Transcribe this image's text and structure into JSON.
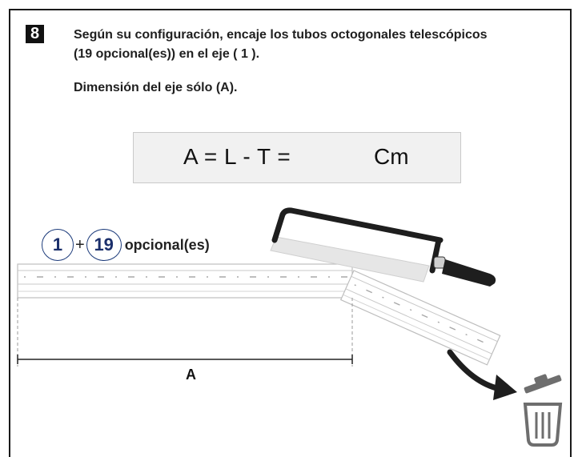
{
  "step": {
    "number": "8"
  },
  "instructions": {
    "line1": "Según su configuración, encaje los tubos octogonales telescópicos",
    "line2": "(19 opcional(es)) en el eje ( 1 ).",
    "line3": "Dimensión del eje sólo (A)."
  },
  "formula": {
    "expression": "A = L - T =",
    "unit": "Cm"
  },
  "parts": {
    "main": "1",
    "plus": "+",
    "optional": "19",
    "optional_label": "opcional(es)"
  },
  "dimension": {
    "label": "A"
  },
  "icons": [
    "hacksaw-icon",
    "arrow-icon",
    "trash-bin-icon"
  ]
}
